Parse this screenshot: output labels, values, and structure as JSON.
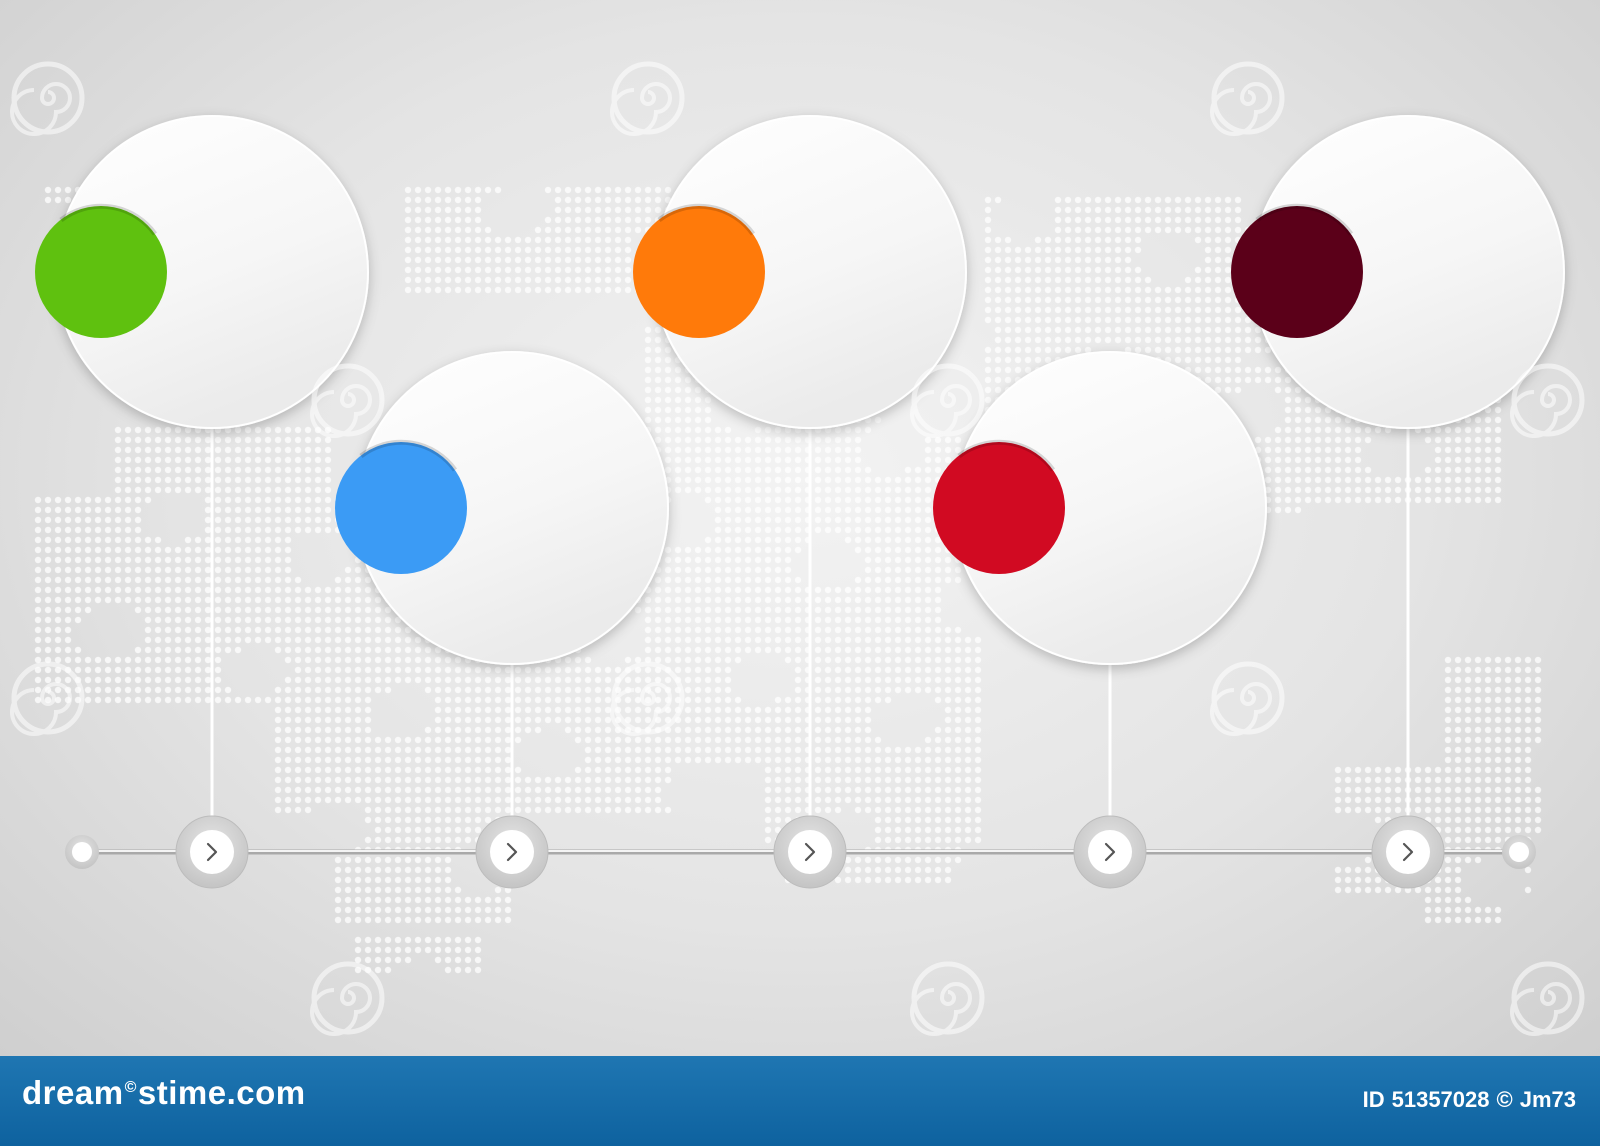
{
  "colors": {
    "background": "#e6e6e6",
    "footer": "#1570aa",
    "step_accents": [
      "#5fc10f",
      "#3b9bf5",
      "#ff7a0a",
      "#d10a22",
      "#5b0019"
    ]
  },
  "timeline": {
    "step_count": 5,
    "arrow_icon": "chevron-right-icon"
  },
  "watermark": {
    "icon": "swirl-icon",
    "text": "dreamstime"
  },
  "footer": {
    "brand_part_1": "dream",
    "brand_mark": "©",
    "brand_part_2": "stime.com",
    "id_label": "ID",
    "id_number": "51357028",
    "copyright_symbol": "©",
    "author": "Jm73"
  }
}
